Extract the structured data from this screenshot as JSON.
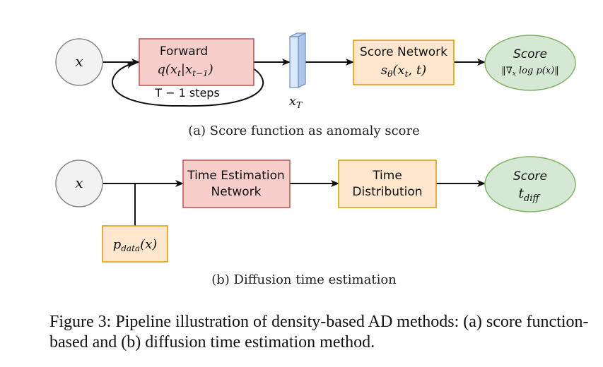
{
  "colors": {
    "input_fill": "#f2f2f2",
    "input_stroke": "#8a8a8a",
    "red_fill": "#f8cecc",
    "red_stroke": "#b85450",
    "orange_fill": "#ffe6cc",
    "orange_stroke": "#d79b00",
    "green_fill": "#d5e8d4",
    "green_stroke": "#82b366",
    "blue_fill": "#dae8fc",
    "blue_stroke": "#6c8ebf"
  },
  "diagram_a": {
    "input_label": "x",
    "forward_title": "Forward",
    "forward_formula": "q(x",
    "forward_formula_sub1": "t",
    "forward_formula_mid": "|x",
    "forward_formula_sub2": "t−1",
    "forward_formula_end": ")",
    "loop_label": "T − 1 steps",
    "latent_label": "x",
    "latent_sub": "T",
    "score_network_title": "Score Network",
    "score_network_formula": "s",
    "score_network_theta": "θ",
    "score_network_args": "(x",
    "score_network_args_sub": "t",
    "score_network_args_end": ", t)",
    "score_title": "Score",
    "score_formula": "‖∇",
    "score_formula_sub": "x",
    "score_formula_end": " log p(x)‖",
    "caption": "(a) Score function as anomaly score"
  },
  "diagram_b": {
    "input_label": "x",
    "time_estimation_line1": "Time Estimation",
    "time_estimation_line2": "Network",
    "time_distribution_line1": "Time",
    "time_distribution_line2": "Distribution",
    "score_title": "Score",
    "score_formula": "t",
    "score_formula_sub": "diff",
    "pdata": "p",
    "pdata_sub": "data",
    "pdata_end": "(x)",
    "caption": "(b) Diffusion time estimation"
  },
  "figure_caption": "Figure 3: Pipeline illustration of density-based AD methods: (a) score function-based and (b) diffusion time estimation method."
}
